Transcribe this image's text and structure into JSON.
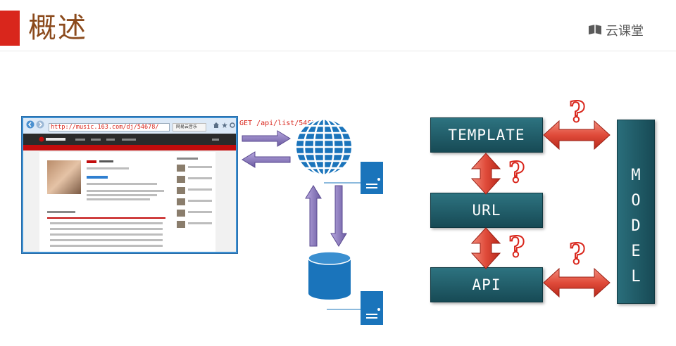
{
  "slide": {
    "title": "概述",
    "logo_text": "云课堂"
  },
  "browser": {
    "url": "http://music.163.com/dj/54678/",
    "tab": "网易云音乐"
  },
  "request_label": "GET /api/list/54678",
  "diagram": {
    "boxes": {
      "template": "TEMPLATE",
      "url": "URL",
      "api": "API"
    },
    "model": [
      "M",
      "O",
      "D",
      "E",
      "L"
    ],
    "question_mark": "?"
  },
  "colors": {
    "accent": "#d9261c",
    "title": "#8b4a1c",
    "box": "#1f5c68",
    "arrow_red": "#e04b3a",
    "arrow_purple": "#7b6bb0",
    "server_blue": "#1a74bb"
  },
  "icons": [
    "cloud-classroom-logo-icon",
    "globe-icon",
    "server-icon",
    "database-icon",
    "double-arrow-icon",
    "question-mark-icon"
  ]
}
